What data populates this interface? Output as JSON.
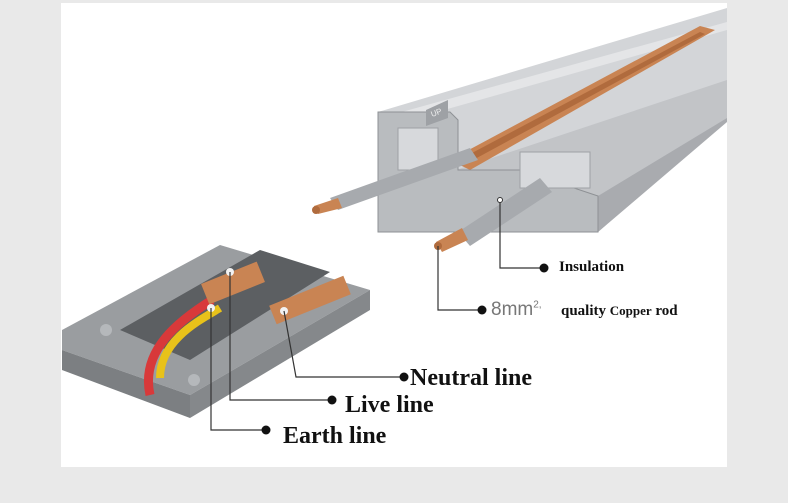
{
  "labels": {
    "insulation": "Insulation",
    "size_value": "8mm",
    "size_unit_sup": "2,",
    "copper_prefix": "quality",
    "copper_mid": "Copper",
    "copper_suffix": "rod",
    "neutral": "Neutral line",
    "live": "Live line",
    "earth": "Earth line"
  },
  "rail_marking": "UP",
  "colors": {
    "page_bg": "#e9e9e9",
    "photo_bg": "#ffffff",
    "aluminium": "#c7c9cc",
    "aluminium_dark": "#9ea1a5",
    "copper": "#c98453",
    "connector_grey": "#8c8f92",
    "wire_red": "#d8393a",
    "wire_yellow": "#e8c21a",
    "callout_line": "#333333"
  }
}
